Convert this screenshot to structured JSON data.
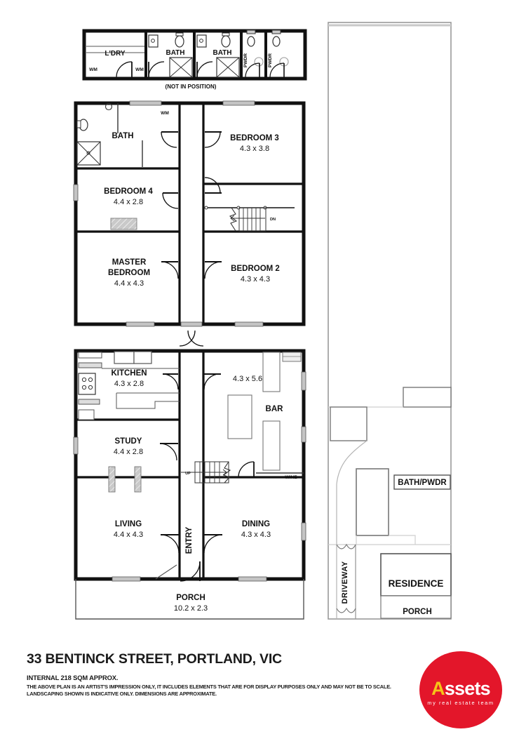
{
  "document": {
    "type": "real-estate-floor-plan",
    "address": "33 BENTINCK STREET, PORTLAND, VIC",
    "internal_area": "INTERNAL 218 SQM APPROX.",
    "disclaimer_line1": "THE ABOVE PLAN IS AN ARTIST'S IMPRESSION ONLY, IT INCLUDES ELEMENTS THAT ARE FOR DISPLAY PURPOSES ONLY AND MAY NOT BE TO SCALE.",
    "disclaimer_line2": "LANDSCAPING SHOWN IS INDICATIVE ONLY. DIMENSIONS ARE APPROXIMATE."
  },
  "brand": {
    "name_a": "A",
    "name_rest": "ssets",
    "tagline": "my real estate team",
    "circle_color": "#e3162a",
    "text_color": "#ffffff",
    "accent_color": "#f5c518"
  },
  "detail_strip": {
    "caption": "(NOT IN POSITION)",
    "rooms": [
      {
        "label": "L'DRY",
        "id": "laundry"
      },
      {
        "label": "BATH",
        "id": "bath-strip-1"
      },
      {
        "label": "BATH",
        "id": "bath-strip-2"
      },
      {
        "label": "PWDR",
        "id": "powder-1"
      },
      {
        "label": "PWDR",
        "id": "powder-2"
      }
    ],
    "appliances": [
      {
        "label": "WM",
        "id": "washing-machine-1"
      },
      {
        "label": "WM",
        "id": "washing-machine-2"
      }
    ]
  },
  "upper_floor": {
    "rooms": [
      {
        "id": "bath-upper",
        "name": "BATH",
        "dims": ""
      },
      {
        "id": "bedroom-4",
        "name": "BEDROOM 4",
        "dims": "4.4 x 2.8"
      },
      {
        "id": "master-bedroom",
        "name_line1": "MASTER",
        "name_line2": "BEDROOM",
        "dims": "4.4 x 4.3"
      },
      {
        "id": "bedroom-3",
        "name": "BEDROOM 3",
        "dims": "4.3 x 3.8"
      },
      {
        "id": "bedroom-2",
        "name": "BEDROOM 2",
        "dims": "4.3 x 4.3"
      }
    ],
    "markers": [
      {
        "id": "washing-machine-upper",
        "label": "WM"
      },
      {
        "id": "stair-direction-down",
        "label": "DN"
      }
    ]
  },
  "ground_floor": {
    "rooms": [
      {
        "id": "kitchen",
        "name": "KITCHEN",
        "dims": "4.3 x 2.8"
      },
      {
        "id": "study",
        "name": "STUDY",
        "dims": "4.4 x 2.8"
      },
      {
        "id": "living",
        "name": "LIVING",
        "dims": "4.4 x 4.3"
      },
      {
        "id": "great-room",
        "name": "",
        "dims": "4.3 x 5.6"
      },
      {
        "id": "dining",
        "name": "DINING",
        "dims": "4.3 x 4.3"
      },
      {
        "id": "porch",
        "name": "PORCH",
        "dims": "10.2 x 2.3"
      }
    ],
    "markers": [
      {
        "id": "bar",
        "label": "BAR"
      },
      {
        "id": "wine",
        "label": "WINE"
      },
      {
        "id": "entry",
        "label": "ENTRY"
      },
      {
        "id": "stair-direction-up",
        "label": "UP"
      }
    ]
  },
  "site_plan": {
    "labels": [
      {
        "id": "bath-pwdr-site",
        "label": "BATH/PWDR"
      },
      {
        "id": "residence-site",
        "label": "RESIDENCE"
      },
      {
        "id": "porch-site",
        "label": "PORCH"
      },
      {
        "id": "driveway-site",
        "label": "DRIVEWAY"
      }
    ]
  }
}
